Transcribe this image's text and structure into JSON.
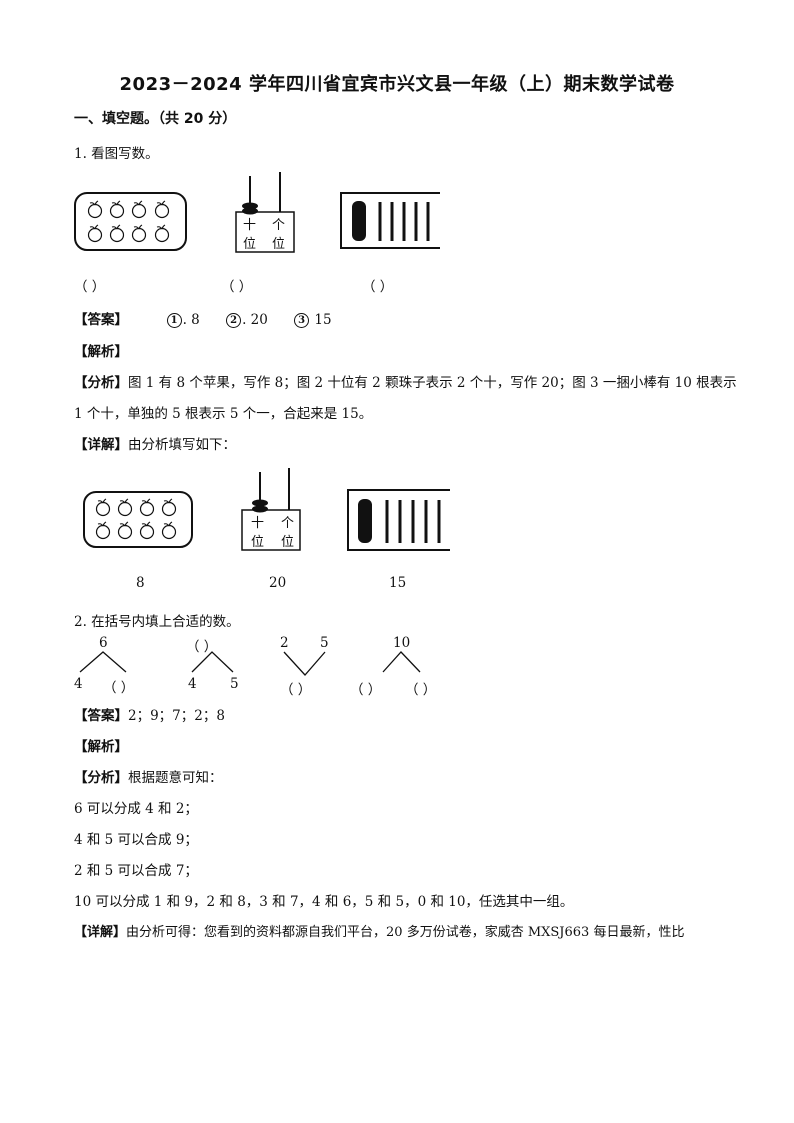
{
  "title": "2023－2024 学年四川省宜宾市兴文县一年级（上）期末数学试卷",
  "section": "一、填空题。（共 20 分）",
  "q1": {
    "stem": "1. 看图写数。",
    "pic_labels": {
      "shi": "十",
      "wei": "位",
      "ge": "个"
    },
    "blanks": [
      "（          ）",
      "（          ）",
      "（          ）"
    ],
    "answer_tag": "【答案】",
    "answers": [
      {
        "n": "1",
        "v": ". 8"
      },
      {
        "n": "2",
        "v": ". 20"
      },
      {
        "n": "3",
        "v": "15"
      }
    ],
    "jiexi_tag": "【解析】",
    "analysis_tag": "【分析】",
    "analysis_line1": "图 1 有 8 个苹果，写作 8；图 2 十位有 2 颗珠子表示 2 个十，写作 20；图 3 一捆小棒有 10 根表示",
    "analysis_line2": "1 个十，单独的 5 根表示 5 个一，合起来是 15。",
    "detail_tag": "【详解】",
    "detail_text": "由分析填写如下：",
    "filled": [
      "8",
      "20",
      "15"
    ]
  },
  "q2": {
    "stem": "2. 在括号内填上合适的数。",
    "trees": [
      {
        "top": "6",
        "left": "4",
        "right": "（    ）"
      },
      {
        "top": "（    ）",
        "left": "4",
        "right": "5"
      },
      {
        "top": "（    ）",
        "left": "2",
        "right": "5"
      },
      {
        "top": "10",
        "left": "（    ）",
        "right": "（    ）"
      }
    ],
    "answer_tag": "【答案】",
    "answer_text": "2；9；7；2；8",
    "jiexi_tag": "【解析】",
    "analysis_tag": "【分析】",
    "analysis_text": "根据题意可知：",
    "lines": [
      "6 可以分成 4 和 2；",
      "4 和 5 可以合成 9；",
      "2 和 5 可以合成 7；",
      "10 可以分成 1 和 9，2 和 8，3 和 7，4 和 6，5 和 5，0 和 10，任选其中一组。"
    ],
    "detail_tag": "【详解】",
    "detail_text": "由分析可得：您看到的资料都源自我们平台，20 多万份试卷，家威杏 MXSJ663 每日最新，性比"
  }
}
